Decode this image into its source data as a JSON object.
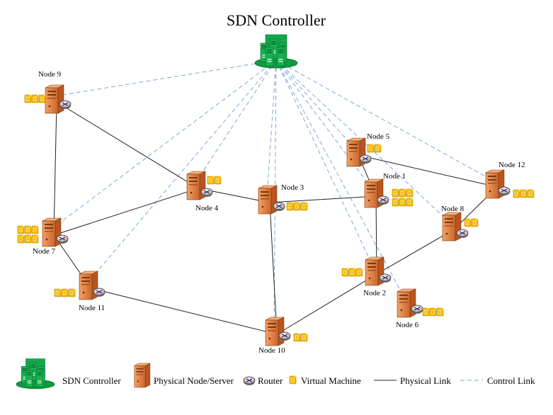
{
  "title": "SDN Controller",
  "nodes": [
    {
      "id": "n9",
      "label": "Node 9",
      "vm": 3,
      "vm_rows": 1
    },
    {
      "id": "n5",
      "label": "Node 5",
      "vm": 2,
      "vm_rows": 1
    },
    {
      "id": "n1",
      "label": "Node 1",
      "vm": 6,
      "vm_rows": 2
    },
    {
      "id": "n12",
      "label": "Node 12",
      "vm": 3,
      "vm_rows": 1
    },
    {
      "id": "n4",
      "label": "Node 4",
      "vm": 2,
      "vm_rows": 1
    },
    {
      "id": "n3",
      "label": "Node 3",
      "vm": 3,
      "vm_rows": 1
    },
    {
      "id": "n8",
      "label": "Node 8",
      "vm": 2,
      "vm_rows": 1
    },
    {
      "id": "n7",
      "label": "Node 7",
      "vm": 6,
      "vm_rows": 2
    },
    {
      "id": "n11",
      "label": "Node 11",
      "vm": 3,
      "vm_rows": 1
    },
    {
      "id": "n2",
      "label": "Node 2",
      "vm": 3,
      "vm_rows": 1
    },
    {
      "id": "n6",
      "label": "Node 6",
      "vm": 3,
      "vm_rows": 1
    },
    {
      "id": "n10",
      "label": "Node 10",
      "vm": 2,
      "vm_rows": 1
    }
  ],
  "physical_links": [
    [
      "n9",
      "n7"
    ],
    [
      "n9",
      "n4"
    ],
    [
      "n7",
      "n4"
    ],
    [
      "n7",
      "n11"
    ],
    [
      "n4",
      "n3"
    ],
    [
      "n3",
      "n1"
    ],
    [
      "n3",
      "n10"
    ],
    [
      "n5",
      "n1"
    ],
    [
      "n5",
      "n12"
    ],
    [
      "n12",
      "n8"
    ],
    [
      "n8",
      "n2"
    ],
    [
      "n1",
      "n2"
    ],
    [
      "n11",
      "n10"
    ],
    [
      "n10",
      "n2"
    ]
  ],
  "control_links": [
    "n9",
    "n7",
    "n11",
    "n4",
    "n3",
    "n10",
    "n5",
    "n1",
    "n12",
    "n8",
    "n2",
    "n6"
  ],
  "legend": {
    "controller": "SDN Controller",
    "server": "Physical Node/Server",
    "router": "Router",
    "vm": "Virtual Machine",
    "physical_link": "Physical Link",
    "control_link": "Control Link"
  },
  "colors": {
    "controller": "#12a84a",
    "server": "#e8884a",
    "vm": "#f5b800",
    "physical_link": "#222222",
    "control_link": "#7fa6d8"
  }
}
